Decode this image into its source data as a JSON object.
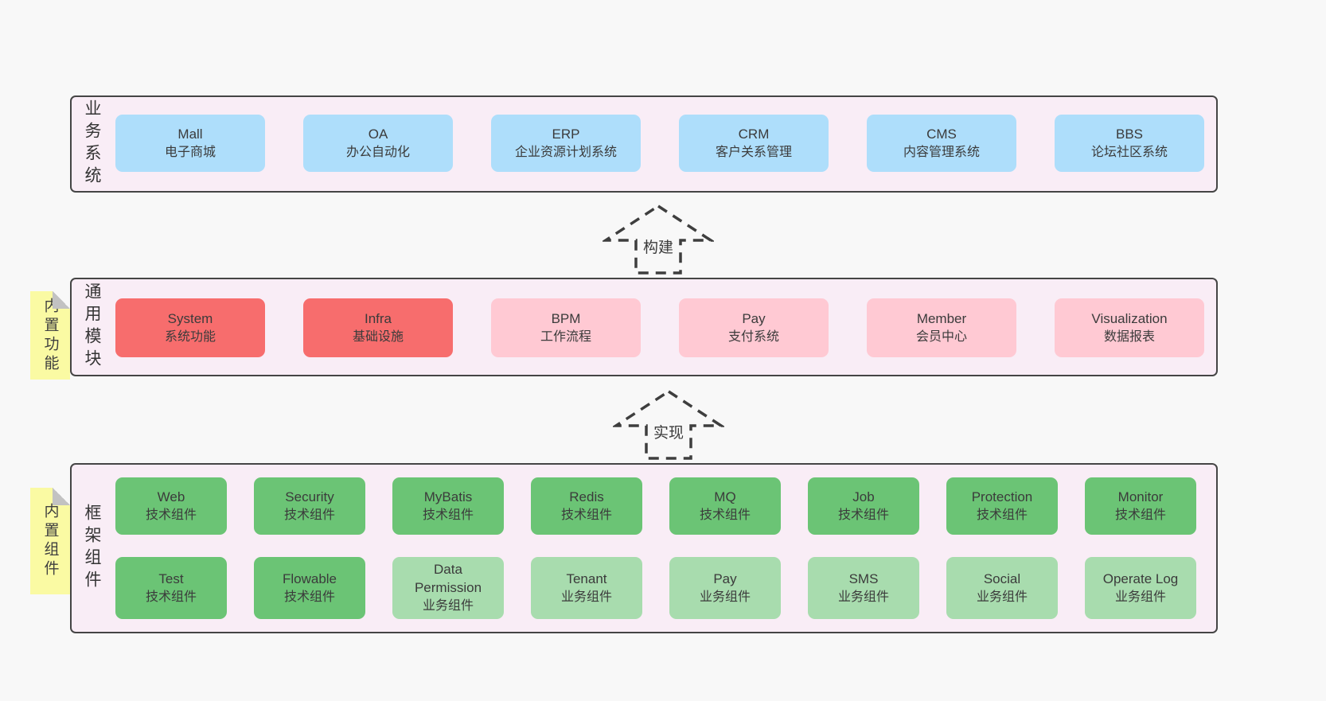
{
  "page": {
    "background": "#f8f8f8"
  },
  "colors": {
    "panel_bg": "#f9edf6",
    "panel_border": "#454545",
    "blue_box": "#aedefb",
    "red_box": "#f76d6d",
    "pink_box": "#ffc9d3",
    "green_dark_box": "#6bc475",
    "green_light_box": "#a8dcae",
    "sticky_yellow": "#fafaa3",
    "fold_gray": "#c2c2c2",
    "dash_stroke": "#3e3e3e",
    "text": "#3b3b3b"
  },
  "arrows": [
    {
      "label": "构建"
    },
    {
      "label": "实现"
    }
  ],
  "sections": [
    {
      "label": "业务系统",
      "boxes": [
        {
          "en": "Mall",
          "zh": "电子商城"
        },
        {
          "en": "OA",
          "zh": "办公自动化"
        },
        {
          "en": "ERP",
          "zh": "企业资源计划系统"
        },
        {
          "en": "CRM",
          "zh": "客户关系管理"
        },
        {
          "en": "CMS",
          "zh": "内容管理系统"
        },
        {
          "en": "BBS",
          "zh": "论坛社区系统"
        }
      ]
    },
    {
      "label": "通用模块",
      "sticky": "内置功能",
      "boxes": [
        {
          "en": "System",
          "zh": "系统功能"
        },
        {
          "en": "Infra",
          "zh": "基础设施"
        },
        {
          "en": "BPM",
          "zh": "工作流程"
        },
        {
          "en": "Pay",
          "zh": "支付系统"
        },
        {
          "en": "Member",
          "zh": "会员中心"
        },
        {
          "en": "Visualization",
          "zh": "数据报表"
        }
      ]
    },
    {
      "label": "框架组件",
      "sticky": "内置组件",
      "row1": [
        {
          "en": "Web",
          "zh": "技术组件"
        },
        {
          "en": "Security",
          "zh": "技术组件"
        },
        {
          "en": "MyBatis",
          "zh": "技术组件"
        },
        {
          "en": "Redis",
          "zh": "技术组件"
        },
        {
          "en": "MQ",
          "zh": "技术组件"
        },
        {
          "en": "Job",
          "zh": "技术组件"
        },
        {
          "en": "Protection",
          "zh": "技术组件"
        },
        {
          "en": "Monitor",
          "zh": "技术组件"
        }
      ],
      "row2": [
        {
          "en": "Test",
          "zh": "技术组件"
        },
        {
          "en": "Flowable",
          "zh": "技术组件"
        },
        {
          "en": "Data Permission",
          "zh": "业务组件"
        },
        {
          "en": "Tenant",
          "zh": "业务组件"
        },
        {
          "en": "Pay",
          "zh": "业务组件"
        },
        {
          "en": "SMS",
          "zh": "业务组件"
        },
        {
          "en": "Social",
          "zh": "业务组件"
        },
        {
          "en": "Operate Log",
          "zh": "业务组件"
        }
      ]
    }
  ]
}
